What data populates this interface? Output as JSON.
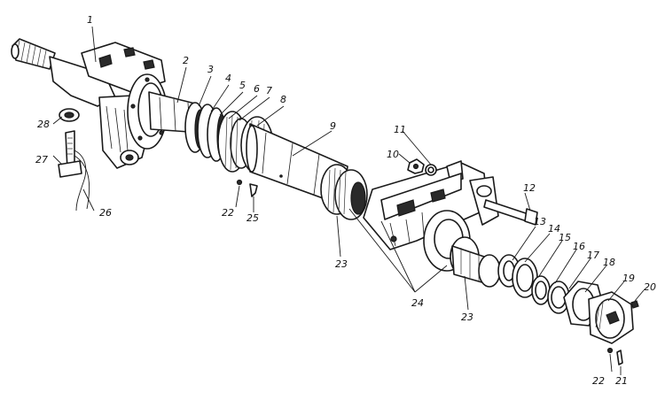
{
  "callouts": [
    {
      "id": "c1",
      "label": "1"
    },
    {
      "id": "c2",
      "label": "2"
    },
    {
      "id": "c3",
      "label": "3"
    },
    {
      "id": "c4",
      "label": "4"
    },
    {
      "id": "c5",
      "label": "5"
    },
    {
      "id": "c6",
      "label": "6"
    },
    {
      "id": "c7",
      "label": "7"
    },
    {
      "id": "c8",
      "label": "8"
    },
    {
      "id": "c9",
      "label": "9"
    },
    {
      "id": "c10",
      "label": "10"
    },
    {
      "id": "c11",
      "label": "11"
    },
    {
      "id": "c12",
      "label": "12"
    },
    {
      "id": "c13",
      "label": "13"
    },
    {
      "id": "c14",
      "label": "14"
    },
    {
      "id": "c15",
      "label": "15"
    },
    {
      "id": "c16",
      "label": "16"
    },
    {
      "id": "c17",
      "label": "17"
    },
    {
      "id": "c18",
      "label": "18"
    },
    {
      "id": "c19",
      "label": "19"
    },
    {
      "id": "c20",
      "label": "20"
    },
    {
      "id": "c21",
      "label": "21"
    },
    {
      "id": "c22a",
      "label": "22"
    },
    {
      "id": "c22b",
      "label": "22"
    },
    {
      "id": "c23a",
      "label": "23"
    },
    {
      "id": "c23b",
      "label": "23"
    },
    {
      "id": "c24",
      "label": "24"
    },
    {
      "id": "c25",
      "label": "25"
    },
    {
      "id": "c26",
      "label": "26"
    },
    {
      "id": "c27",
      "label": "27"
    },
    {
      "id": "c28",
      "label": "28"
    }
  ]
}
